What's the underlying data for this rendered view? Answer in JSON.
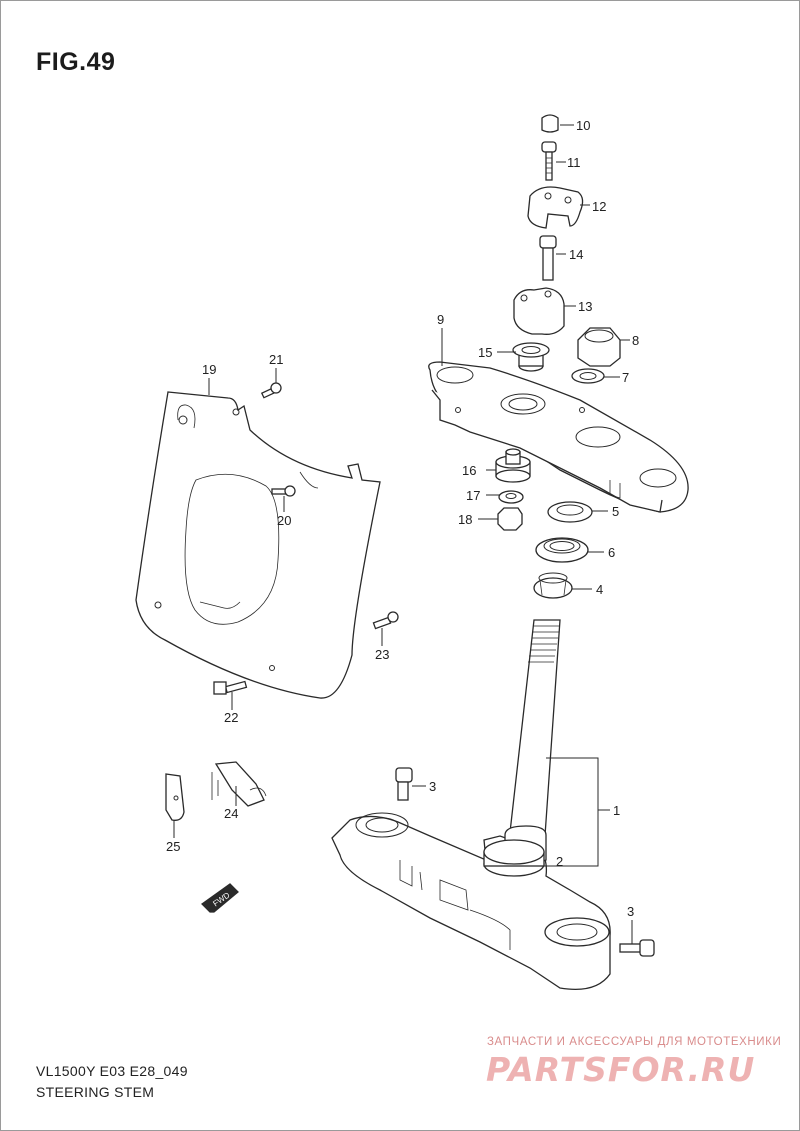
{
  "figure": {
    "title": "FIG.49"
  },
  "footer": {
    "model": "VL1500Y E03 E28_049",
    "section": "STEERING STEM"
  },
  "watermark": {
    "tagline": "ЗАПЧАСТИ И АКСЕССУАРЫ ДЛЯ МОТОТЕХНИКИ",
    "brand": "PARTSFOR.RU",
    "color": "#e8a0a0"
  },
  "direction_tag": "FWD",
  "callouts": {
    "p1": "1",
    "p2": "2",
    "p3a": "3",
    "p3b": "3",
    "p4": "4",
    "p5": "5",
    "p6": "6",
    "p7": "7",
    "p8": "8",
    "p9": "9",
    "p10": "10",
    "p11": "11",
    "p12": "12",
    "p13": "13",
    "p14": "14",
    "p15": "15",
    "p16": "16",
    "p17": "17",
    "p18": "18",
    "p19": "19",
    "p20": "20",
    "p21": "21",
    "p22": "22",
    "p23": "23",
    "p24": "24",
    "p25": "25"
  }
}
